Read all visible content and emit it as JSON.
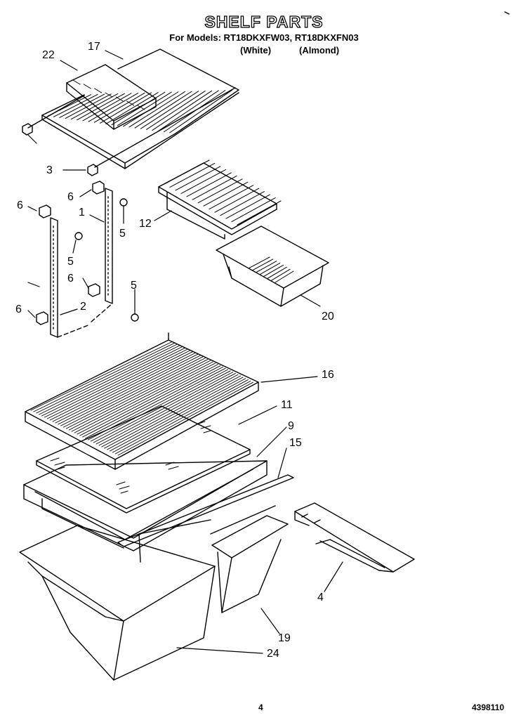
{
  "header": {
    "title": "SHELF PARTS",
    "models_line": "For Models: RT18DKXFW03, RT18DKXFN03",
    "color_white": "(White)",
    "color_almond": "(Almond)"
  },
  "callouts": [
    "22",
    "17",
    "3",
    "6",
    "1",
    "5",
    "6",
    "5",
    "6",
    "5",
    "6",
    "2",
    "12",
    "20",
    "16",
    "11",
    "9",
    "15",
    "4",
    "19",
    "24"
  ],
  "footer": {
    "page_number": "4",
    "doc_number": "4398110"
  }
}
